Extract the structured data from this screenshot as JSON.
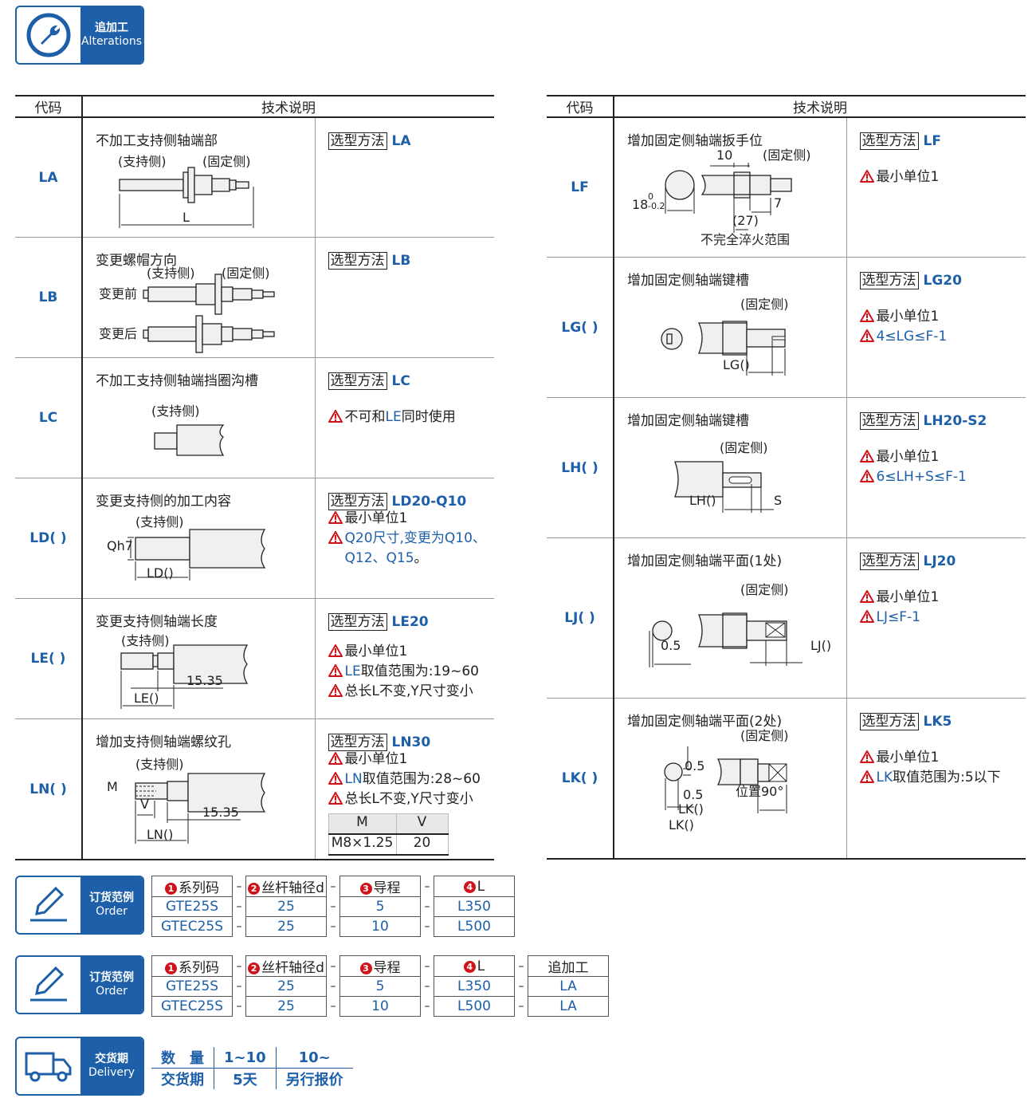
{
  "header": {
    "zh": "追加工",
    "en": "Alterations"
  },
  "table_head": {
    "code": "代码",
    "desc": "技术说明"
  },
  "select_label": "选型方法",
  "left_rows": [
    {
      "code": "LA",
      "title": "不加工支持侧轴端部",
      "labels": [
        "(支持侧)",
        "(固定侧)",
        "L"
      ],
      "select": "LA",
      "notes": []
    },
    {
      "code": "LB",
      "title": "变更螺帽方向",
      "labels": [
        "(支持侧)",
        "(固定侧)",
        "变更前",
        "变更后"
      ],
      "select": "LB",
      "notes": []
    },
    {
      "code": "LC",
      "title": "不加工支持侧轴端挡圈沟槽",
      "labels": [
        "(支持侧)"
      ],
      "select": "LC",
      "notes": [
        [
          "不可和",
          "LE",
          "同时使用"
        ]
      ]
    },
    {
      "code": "LD( )",
      "title": "变更支持侧的加工内容",
      "labels": [
        "(支持侧)",
        "Qh7",
        "LD()"
      ],
      "select": "LD20-Q10",
      "notes": [
        [
          "最小单位1"
        ],
        [
          "",
          "Q20尺寸,变更为Q10、",
          ""
        ],
        [
          "",
          "Q12、Q15",
          "。"
        ]
      ]
    },
    {
      "code": "LE( )",
      "title": "变更支持侧轴端长度",
      "labels": [
        "(支持侧)",
        "15.35",
        "LE()"
      ],
      "select": "LE20",
      "notes": [
        [
          "最小单位1"
        ],
        [
          "",
          "LE",
          "取值范围为:19~60"
        ],
        [
          "总长L不变,Y尺寸变小"
        ]
      ]
    },
    {
      "code": "LN( )",
      "title": "增加支持侧轴端螺纹孔",
      "labels": [
        "(支持侧)",
        "M",
        "V",
        "15.35",
        "LN()"
      ],
      "select": "LN30",
      "notes": [
        [
          "最小单位1"
        ],
        [
          "",
          "LN",
          "取值范围为:28~60"
        ],
        [
          "总长L不变,Y尺寸变小"
        ]
      ],
      "mv": {
        "head": [
          "M",
          "V"
        ],
        "row": [
          "M8×1.25",
          "20"
        ]
      }
    }
  ],
  "right_rows": [
    {
      "code": "LF",
      "title": "增加固定侧轴端扳手位",
      "labels": [
        "10",
        "(固定侧)",
        "18",
        "0",
        "-0.2",
        "7",
        "(27)",
        "不完全淬火范围"
      ],
      "select": "LF",
      "notes": [
        [
          "最小单位1"
        ]
      ]
    },
    {
      "code": "LG( )",
      "title": "增加固定侧轴端键槽",
      "labels": [
        "(固定侧)",
        "LG()"
      ],
      "select": "LG20",
      "notes": [
        [
          "最小单位1"
        ],
        [
          "",
          "4≤LG≤F-1",
          ""
        ]
      ]
    },
    {
      "code": "LH( )",
      "title": "增加固定侧轴端键槽",
      "labels": [
        "(固定侧)",
        "LH()",
        "S"
      ],
      "select": "LH20-S2",
      "notes": [
        [
          "最小单位1"
        ],
        [
          "",
          "6≤LH+S≤F-1",
          ""
        ]
      ]
    },
    {
      "code": "LJ( )",
      "title": "增加固定侧轴端平面(1处)",
      "labels": [
        "(固定侧)",
        "0.5",
        "LJ()"
      ],
      "select": "LJ20",
      "notes": [
        [
          "最小单位1"
        ],
        [
          "",
          "LJ≤F-1",
          ""
        ]
      ]
    },
    {
      "code": "LK( )",
      "title": "增加固定侧轴端平面(2处)",
      "labels": [
        "(固定侧)",
        "0.5",
        "0.5",
        "LK()",
        "LK()",
        "位置90°"
      ],
      "select": "LK5",
      "notes": [
        [
          "最小单位1"
        ],
        [
          "",
          "LK",
          "取值范围为:5以下"
        ]
      ]
    }
  ],
  "order1": {
    "zh": "订货范例",
    "en": "Order",
    "head": [
      "系列码",
      "丝杆轴径d",
      "导程",
      "L"
    ],
    "nums": [
      "1",
      "2",
      "3",
      "4"
    ],
    "rows": [
      [
        "GTE25S",
        "25",
        "5",
        "L350"
      ],
      [
        "GTEC25S",
        "25",
        "10",
        "L500"
      ]
    ]
  },
  "order2": {
    "zh": "订货范例",
    "en": "Order",
    "head": [
      "系列码",
      "丝杆轴径d",
      "导程",
      "L",
      "追加工"
    ],
    "nums": [
      "1",
      "2",
      "3",
      "4"
    ],
    "rows": [
      [
        "GTE25S",
        "25",
        "5",
        "L350",
        "LA"
      ],
      [
        "GTEC25S",
        "25",
        "10",
        "L500",
        "LA"
      ]
    ]
  },
  "delivery": {
    "zh": "交货期",
    "en": "Delivery",
    "r1": [
      "数　量",
      "1~10",
      "10~"
    ],
    "r2": [
      "交货期",
      "5天",
      "另行报价"
    ]
  },
  "colors": {
    "brand": "#1d5fa8",
    "warn": "#d0121b"
  }
}
